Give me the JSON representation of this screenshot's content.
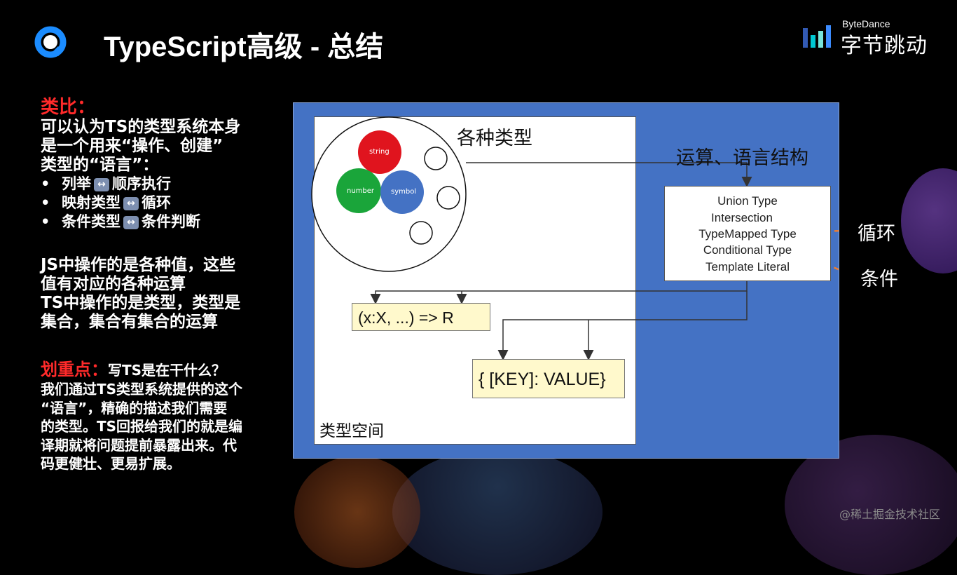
{
  "header": {
    "title": "TypeScript高级 - 总结",
    "brand_en": "ByteDance",
    "brand_cn": "字节跳动",
    "colors": {
      "brand_blue": "#1b8cff",
      "accent_red": "#ff2a2a",
      "panel_blue": "#4472c4"
    }
  },
  "left": {
    "analogy_heading": "类比：",
    "analogy_text": [
      "可以认为TS的类型系统本身",
      "是一个用来“操作、创建”",
      "类型的“语言”："
    ],
    "bullets": [
      {
        "left": "列举",
        "right": "顺序执行"
      },
      {
        "left": "映射类型",
        "right": "循环"
      },
      {
        "left": "条件类型",
        "right": "条件判断"
      }
    ],
    "bullet_marker": "•",
    "arrow_icon": "left-right-arrow-icon",
    "js_ts_text": [
      "JS中操作的是各种值，这些",
      "值有对应的各种运算",
      "TS中操作的是类型，类型是",
      "集合，集合有集合的运算"
    ],
    "key_point_heading": "划重点：",
    "key_point_question": "写TS是在干什么？",
    "key_point_text": [
      "我们通过TS类型系统提供的这个",
      "“语言”，精确的描述我们需要",
      "的类型。TS回报给我们的就是编",
      "译期就将问题提前暴露出来。代",
      "码更健壮、更易扩展。"
    ]
  },
  "diagram": {
    "types_label": "各种类型",
    "circle_labels": {
      "string": "string",
      "number": "number",
      "symbol": "symbol"
    },
    "circle_colors": {
      "string": "#e0141e",
      "number": "#1aa53a",
      "symbol": "#4472c4"
    },
    "operations_label": "运算、语言结构",
    "operations": [
      "Union Type",
      "Intersection",
      "TypeMapped Type",
      "Conditional Type",
      "Template Literal"
    ],
    "function_type": "(x:X, ...) => R",
    "object_type": "{ [KEY]: VALUE}",
    "type_space_label": "类型空间",
    "loop_label": "循环",
    "condition_label": "条件"
  },
  "footer": {
    "watermark": "@稀土掘金技术社区"
  }
}
